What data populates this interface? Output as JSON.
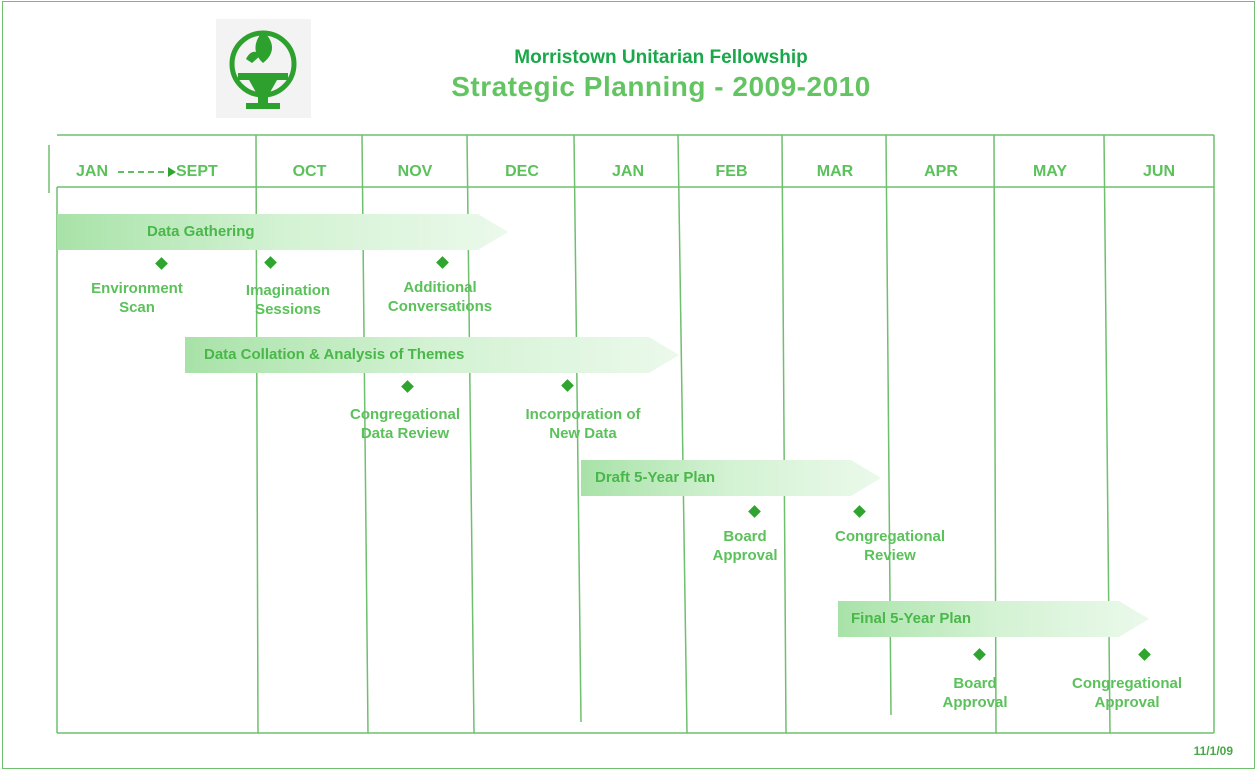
{
  "header": {
    "org": "Morristown Unitarian Fellowship",
    "title": "Strategic Planning - 2009-2010"
  },
  "months": [
    "JAN",
    "SEPT",
    "OCT",
    "NOV",
    "DEC",
    "JAN",
    "FEB",
    "MAR",
    "APR",
    "MAY",
    "JUN"
  ],
  "phases": [
    "Data Gathering",
    "Data Collation & Analysis of Themes",
    "Draft 5-Year Plan",
    "Final 5-Year Plan"
  ],
  "milestones": [
    "Environment\nScan",
    "Imagination\nSessions",
    "Additional\nConversations",
    "Congregational\nData Review",
    "Incorporation of\nNew Data",
    "Board\nApproval",
    "Congregational\nReview",
    "Board\nApproval",
    "Congregational\nApproval"
  ],
  "footer": {
    "date": "11/1/09"
  },
  "colors": {
    "primary": "#62c562",
    "dark": "#1aa84a",
    "diamond": "#2fa52f",
    "line": "#6fbf6f"
  }
}
